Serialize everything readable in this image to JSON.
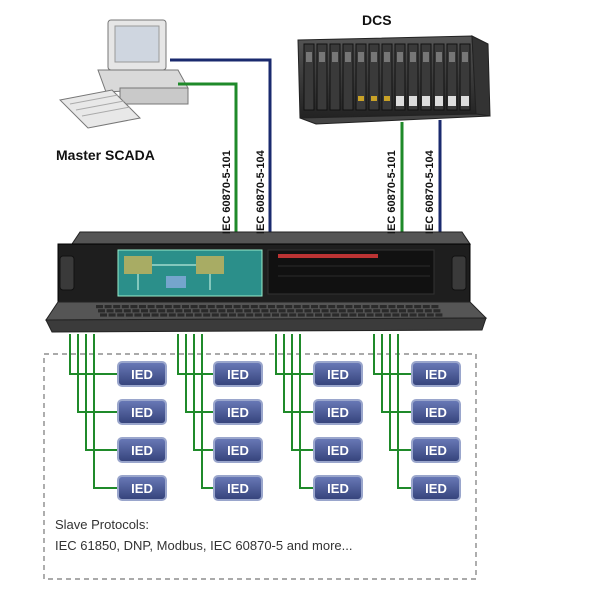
{
  "labels": {
    "master": "Master SCADA",
    "dcs": "DCS",
    "protocol_101": "IEC 60870-5-101",
    "protocol_104": "IEC 60870-5-104",
    "slave_title": "Slave Protocols:",
    "slave_list": "IEC 61850, DNP, Modbus, IEC 60870-5 and more...",
    "ied": "IED"
  },
  "colors": {
    "green_link": "#1f8a2a",
    "blue_link": "#1a2a6e",
    "ied_fill": "#4a5a9a",
    "ied_border": "#9aa6cc",
    "chassis": "#1e1e1e",
    "screen": "#2b8f8a"
  },
  "icons": [
    "computer-icon",
    "dcs-rack-icon",
    "gateway-chassis-icon"
  ],
  "ied_columns": 4,
  "ied_rows": 4
}
